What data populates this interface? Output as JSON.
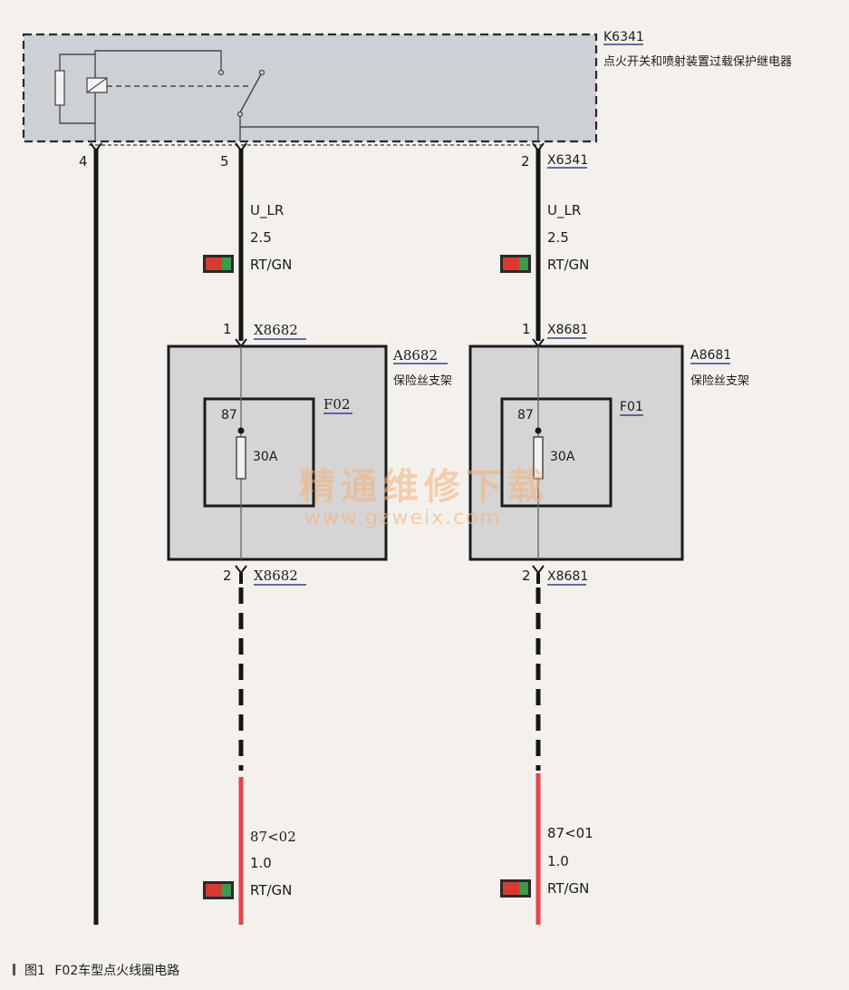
{
  "relay": {
    "id": "K6341",
    "name": "点火开关和喷射装置过载保护继电器",
    "pins": {
      "left": "4",
      "middle": "5",
      "right": "2"
    }
  },
  "wires_upper": {
    "left": {
      "signal": "U_LR",
      "gauge": "2.5",
      "color_code": "RT/GN"
    },
    "right": {
      "signal": "U_LR",
      "gauge": "2.5",
      "color_code": "RT/GN"
    }
  },
  "connectors": {
    "relay_connector": "X6341",
    "left_top": {
      "pin": "1",
      "id": "X8682"
    },
    "left_bottom": {
      "pin": "2",
      "id": "X8682"
    },
    "right_top": {
      "pin": "1",
      "id": "X8681"
    },
    "right_bottom": {
      "pin": "2",
      "id": "X8681"
    }
  },
  "fuse_holders": {
    "left": {
      "id": "A8682",
      "name": "保险丝支架",
      "fuse_id": "F02",
      "terminal": "87",
      "rating": "30A"
    },
    "right": {
      "id": "A8681",
      "name": "保险丝支架",
      "fuse_id": "F01",
      "terminal": "87",
      "rating": "30A"
    }
  },
  "wires_lower": {
    "left": {
      "signal": "87<02",
      "gauge": "1.0",
      "color_code": "RT/GN"
    },
    "right": {
      "signal": "87<01",
      "gauge": "1.0",
      "color_code": "RT/GN"
    }
  },
  "watermark": {
    "text": "精通维修下载",
    "url": "www.gzweix.com"
  },
  "caption": {
    "figure": "图1",
    "title": "F02车型点火线圈电路"
  },
  "colors": {
    "wire": "#161616",
    "wire_red": "#e2454b",
    "box_fill": "#d6d4d4",
    "relay_fill": "#cdd0d4",
    "swatch_red": "#d93a30",
    "swatch_green": "#3b9a4c"
  }
}
